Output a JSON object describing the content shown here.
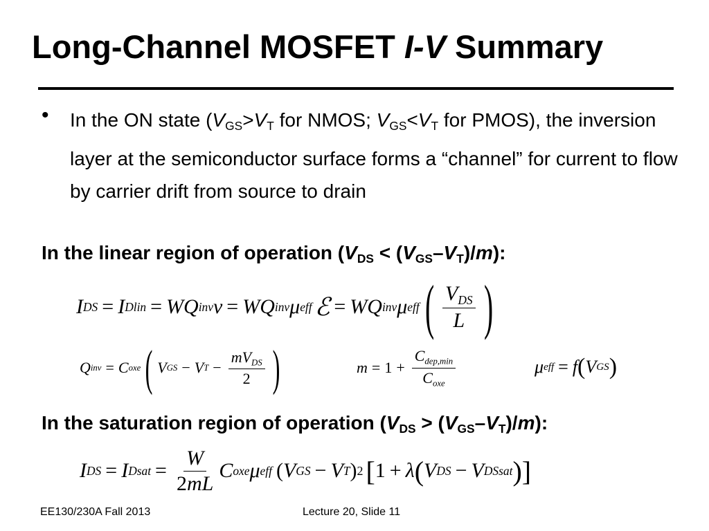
{
  "title": {
    "text": "Long-Channel MOSFET ",
    "italic": "I-V",
    "tail": " Summary"
  },
  "bullet": {
    "symbol": "•",
    "part1": "In the ON state (",
    "v": "V",
    "gs": "GS",
    "gt": ">",
    "t": "T",
    "part2": " for NMOS; ",
    "lt": "<",
    "part3": " for PMOS), the inversion layer at the semiconductor surface  forms a “channel” for current to flow by carrier drift from source to drain"
  },
  "linear_heading": {
    "prefix": "In the linear region of operation (",
    "v": "V",
    "ds": "DS",
    "op": " < (",
    "gs": "GS",
    "dash": "–",
    "t": "T",
    "close": ")/",
    "m": "m",
    "end": "):"
  },
  "sat_heading": {
    "prefix": "In the saturation region of operation (",
    "v": "V",
    "ds": "DS",
    "op": " > (",
    "gs": "GS",
    "dash": "–",
    "t": "T",
    "close": ")/",
    "m": "m",
    "end": "):"
  },
  "eq": {
    "I": "I",
    "V": "V",
    "W": "W",
    "Q": "Q",
    "C": "C",
    "L": "L",
    "m": "m",
    "mu": "μ",
    "v": "v",
    "f": "f",
    "lambda": "λ",
    "eps": "ℰ",
    "DS": "DS",
    "Dlin": "Dlin",
    "Dsat": "Dsat",
    "inv": "inv",
    "eff": "eff",
    "oxe": "oxe",
    "GS": "GS",
    "T": "T",
    "DSsat": "DSsat",
    "depmin": "dep,min",
    "eq": "=",
    "minus": "−",
    "plus": "+",
    "one": "1",
    "two": "2",
    "sq": "2",
    "lp": "(",
    "rp": ")",
    "lb": "[",
    "rb": "]"
  },
  "footer": {
    "left": "EE130/230A  Fall 2013",
    "center": "Lecture 20, Slide 11"
  }
}
